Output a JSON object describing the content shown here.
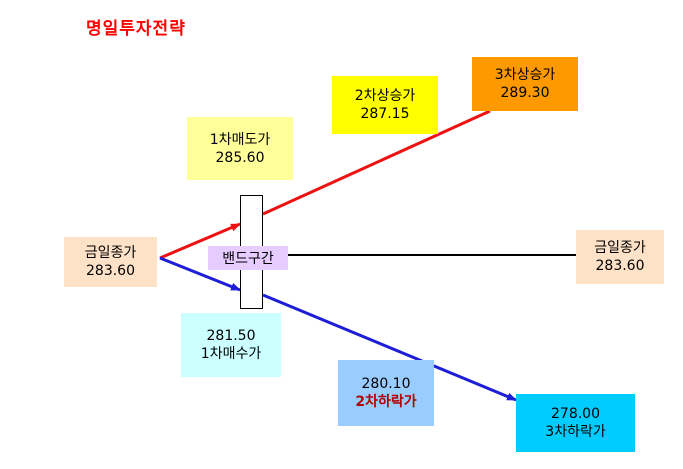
{
  "title": "명일투자전략",
  "colors": {
    "up_line": "#ee1111",
    "down_line": "#1e1ed8",
    "flat_line": "#000000",
    "close_box": "#fde2c8",
    "sell1_box": "#ffff99",
    "sell2_box": "#ffff00",
    "sell3_box": "#ff9900",
    "buy1_box": "#ccffff",
    "buy2_box": "#99ccff",
    "buy3_box": "#00ccff",
    "band_label": "#e6ccff"
  },
  "boxes": {
    "close_left": {
      "label": "금일종가",
      "value": "283.60"
    },
    "close_right": {
      "label": "금일종가",
      "value": "283.60"
    },
    "sell1": {
      "label": "1차매도가",
      "value": "285.60"
    },
    "up2": {
      "label": "2차상승가",
      "value": "287.15"
    },
    "up3": {
      "label": "3차상승가",
      "value": "289.30"
    },
    "buy1": {
      "value": "281.50",
      "label": "1차매수가"
    },
    "down2": {
      "value": "280.10",
      "label": "2차하락가"
    },
    "down3": {
      "value": "278.00",
      "label": "3차하락가"
    }
  },
  "band": {
    "label": "밴드구간"
  }
}
